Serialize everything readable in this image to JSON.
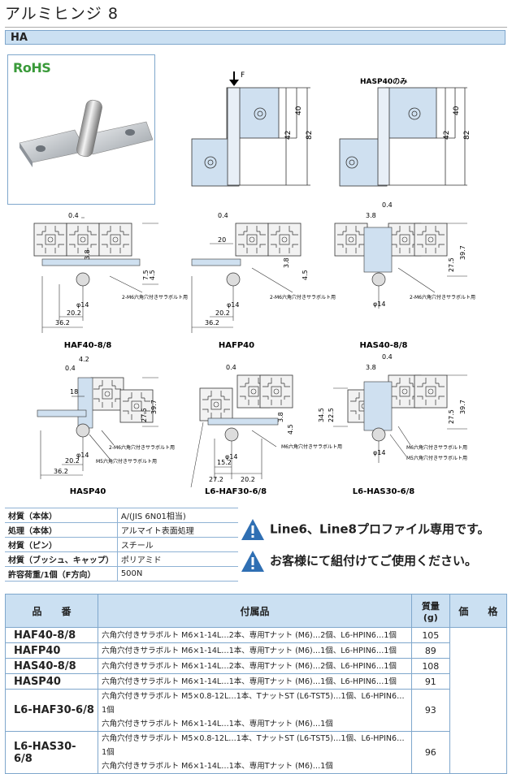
{
  "header": {
    "title": "アルミヒンジ 8",
    "code": "HA"
  },
  "photo": {
    "logo": "RoHS"
  },
  "drawings": {
    "force_label": "F",
    "hasp_only": "HASP40のみ",
    "dims_front": [
      "40",
      "42",
      "82"
    ],
    "bolt_note": "2-M6六角穴付きサラボルト用",
    "m5_note": "M5六角穴付きサラボルト用",
    "m6_note": "M6六角穴付きサラボルト用",
    "phi14": "φ14",
    "captions": [
      "HAF40-8/8",
      "HAFP40",
      "HAS40-8/8",
      "HASP40",
      "L6-HAF30-6/8",
      "L6-HAS30-6/8"
    ],
    "d": {
      "d04": "0.4",
      "d20": "20",
      "d202": "20.2",
      "d362": "36.2",
      "d38": "3.8",
      "d45": "4.5",
      "d75": "7.5",
      "d275": "27.5",
      "d397": "39.7",
      "d42": "4.2",
      "d18": "18",
      "d152": "15.2",
      "d272": "27.2",
      "d345": "34.5",
      "d225": "22.5"
    }
  },
  "spec": [
    {
      "k": "材質（本体）",
      "v": "A/(JIS 6N01相当)"
    },
    {
      "k": "処理（本体）",
      "v": "アルマイト表面処理"
    },
    {
      "k": "材質（ピン）",
      "v": "スチール"
    },
    {
      "k": "材質（ブッシュ、キャップ）",
      "v": "ポリアミド"
    },
    {
      "k": "許容荷重/1個（F方向）",
      "v": "500N"
    }
  ],
  "notes": [
    "Line6、Line8プロファイル専用です。",
    "お客様にて組付けてご使用ください。"
  ],
  "table": {
    "headers": {
      "part": "品　　番",
      "acc": "付属品",
      "weight": "質量\n(g)",
      "price": "価　　格"
    },
    "rows": [
      {
        "part": "HAF40-8/8",
        "acc": [
          "六角穴付きサラボルト M6×1-14L…2本、専用Tナット (M6)…2個、L6-HPIN6…1個"
        ],
        "weight": "105"
      },
      {
        "part": "HAFP40",
        "acc": [
          "六角穴付きサラボルト M6×1-14L…1本、専用Tナット (M6)…1個、L6-HPIN6…1個"
        ],
        "weight": "89"
      },
      {
        "part": "HAS40-8/8",
        "acc": [
          "六角穴付きサラボルト M6×1-14L…2本、専用Tナット (M6)…2個、L6-HPIN6…1個"
        ],
        "weight": "108"
      },
      {
        "part": "HASP40",
        "acc": [
          "六角穴付きサラボルト M6×1-14L…1本、専用Tナット (M6)…1個、L6-HPIN6…1個"
        ],
        "weight": "91"
      },
      {
        "part": "L6-HAF30-6/8",
        "acc": [
          "六角穴付きサラボルト M5×0.8-12L…1本、TナットST (L6-TST5)…1個、L6-HPIN6…1個",
          "六角穴付きサラボルト M6×1-14L…1本、専用Tナット (M6)…1個"
        ],
        "weight": "93"
      },
      {
        "part": "L6-HAS30-6/8",
        "acc": [
          "六角穴付きサラボルト M5×0.8-12L…1本、TナットST (L6-TST5)…1個、L6-HPIN6…1個",
          "六角穴付きサラボルト M6×1-14L…1本、専用Tナット (M6)…1個"
        ],
        "weight": "96"
      }
    ]
  }
}
